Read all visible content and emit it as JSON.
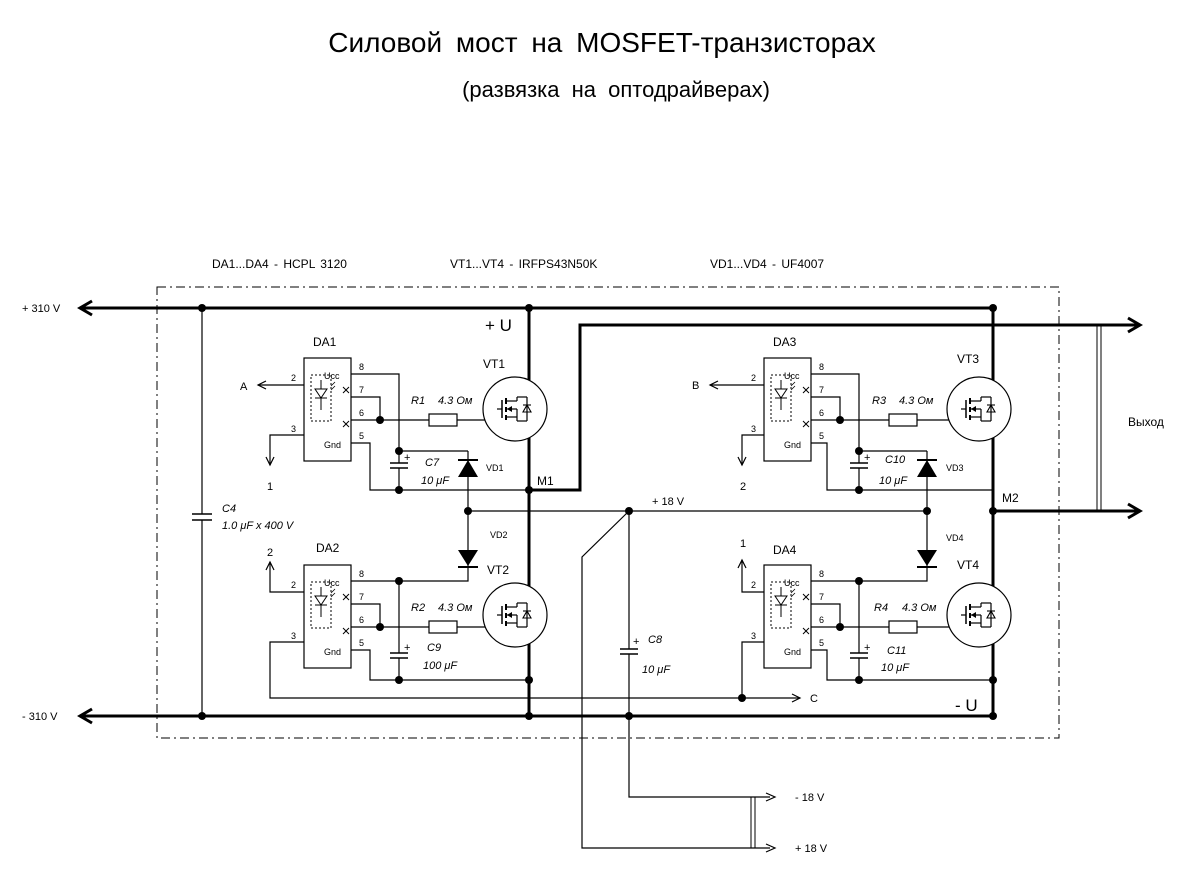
{
  "title": "Силовой мост на MOSFET-транзисторах",
  "subtitle": "(развязка на оптодрайверах)",
  "parts_notes": {
    "drivers": "DA1...DA4 -  HCPL 3120",
    "transistors": "VT1...VT4  -  IRFPS43N50K",
    "diodes": "VD1...VD4  -  UF4007"
  },
  "rails": {
    "plus_310": "+ 310 V",
    "minus_310": "- 310 V",
    "plus_u": "+ U",
    "minus_u": "- U",
    "plus_18": "+ 18 V",
    "ext_minus_18": "- 18 V",
    "ext_plus_18": "+ 18 V",
    "output": "Выход"
  },
  "nodes": {
    "m1": "M1",
    "m2": "M2"
  },
  "signals": {
    "a": "A",
    "b": "B",
    "c": "C",
    "n1": "1",
    "n2": "2",
    "n1b": "1",
    "n2b": "2"
  },
  "pins": {
    "p2": "2",
    "p3": "3",
    "p5": "5",
    "p6": "6",
    "p7": "7",
    "p8": "8",
    "ucc": "Ucc",
    "gnd": "Gnd"
  },
  "drivers": [
    "DA1",
    "DA2",
    "DA3",
    "DA4"
  ],
  "transistors": [
    "VT1",
    "VT2",
    "VT3",
    "VT4"
  ],
  "diodes": [
    "VD1",
    "VD2",
    "VD3",
    "VD4"
  ],
  "resistors": [
    {
      "ref": "R1",
      "value": "4.3 Ом"
    },
    {
      "ref": "R2",
      "value": "4.3 Ом"
    },
    {
      "ref": "R3",
      "value": "4.3 Ом"
    },
    {
      "ref": "R4",
      "value": "4.3 Ом"
    }
  ],
  "capacitors": [
    {
      "ref": "C4",
      "value": "1.0 μF x 400 V"
    },
    {
      "ref": "C7",
      "value": "10 μF"
    },
    {
      "ref": "C8",
      "value": "10 μF"
    },
    {
      "ref": "C9",
      "value": "100 μF"
    },
    {
      "ref": "C10",
      "value": "10 μF"
    },
    {
      "ref": "C11",
      "value": "10 μF"
    }
  ],
  "cap_plus": "+"
}
